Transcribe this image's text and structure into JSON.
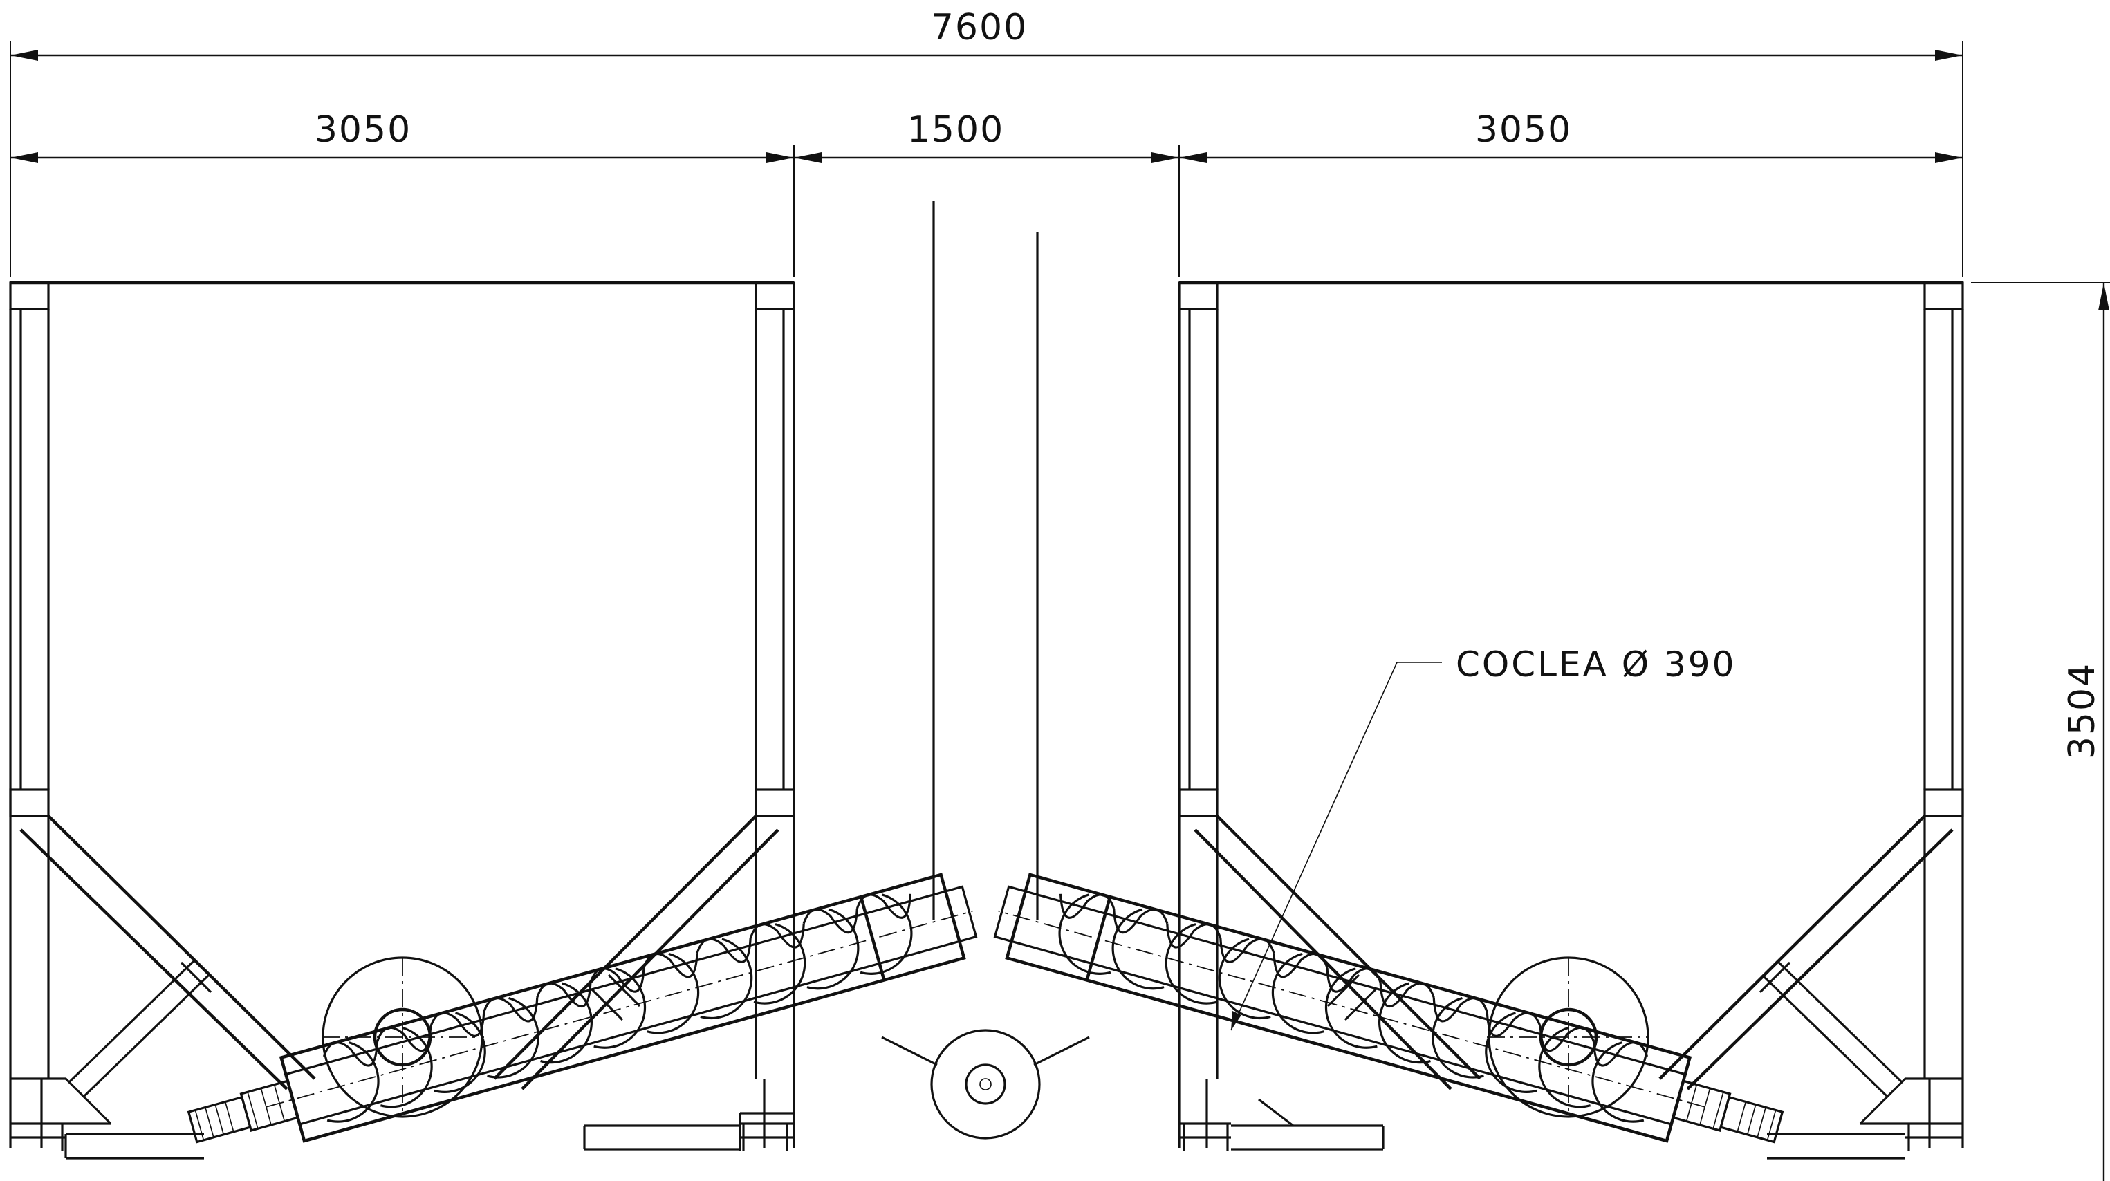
{
  "dimensions": {
    "overall_width": "7600",
    "left_hopper_width": "3050",
    "gap_width": "1500",
    "right_hopper_width": "3050",
    "height": "3504"
  },
  "callout": {
    "label": "COCLEA Ø 390"
  }
}
